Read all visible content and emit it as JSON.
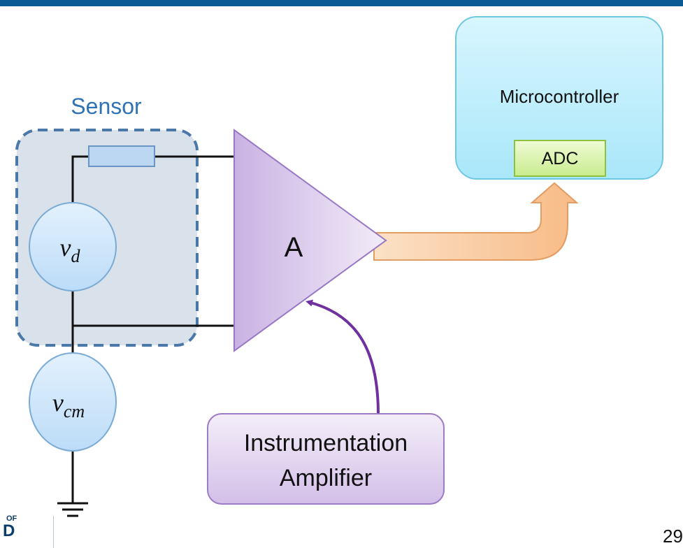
{
  "colors": {
    "top_bar": "#0b5a93",
    "sensor_fill": "#d9e1ea",
    "sensor_border": "#4a78a8",
    "sensor_label": "#2f73b5",
    "source_fill": "#cfe6fb",
    "source_border": "#7aaad6",
    "resistor_fill": "#bcd7f2",
    "amp_fill": "#d7c6ea",
    "amp_border": "#9878c4",
    "mcu_fill": "#bdeefc",
    "mcu_border": "#6fc7e3",
    "adc_fill": "#d6f3a6",
    "adc_border": "#8dc23f",
    "output_arrow": "#f9c99c",
    "output_arrow_border": "#e39d63",
    "control_arrow": "#7030a0",
    "label_box_fill": "#e4d7f0",
    "label_box_border": "#9c7cc4"
  },
  "sensor": {
    "label": "Sensor"
  },
  "sources": {
    "vd": {
      "symbol": "v",
      "subscript": "d"
    },
    "vcm": {
      "symbol": "v",
      "subscript": "cm"
    }
  },
  "amplifier": {
    "label": "A"
  },
  "microcontroller": {
    "label": "Microcontroller",
    "adc_label": "ADC"
  },
  "instrumentation_box": {
    "line1": "Instrumentation",
    "line2": "Amplifier"
  },
  "footer": {
    "logo_top": "OF",
    "logo_bottom": "D",
    "page_number": "29"
  },
  "icons": [
    "ground-icon",
    "resistor-icon"
  ]
}
